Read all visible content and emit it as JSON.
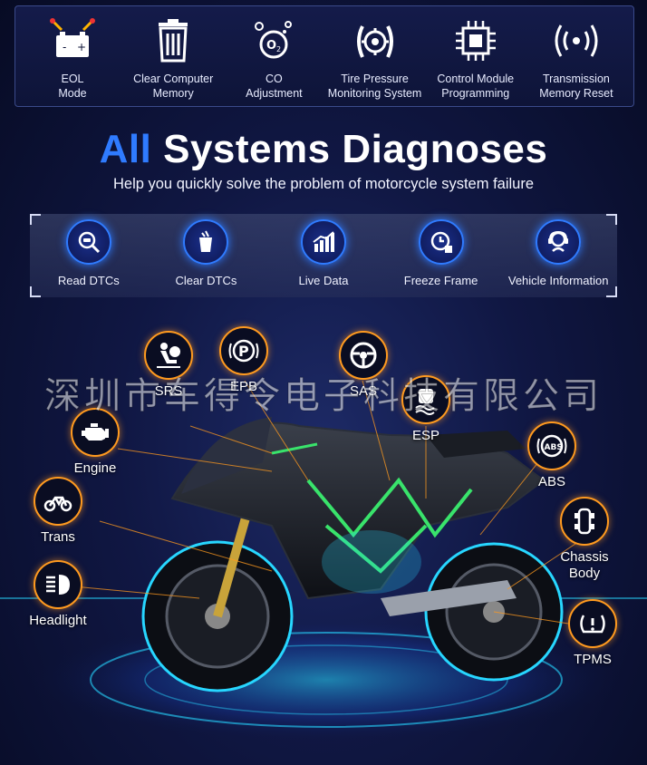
{
  "topbar": {
    "items": [
      {
        "icon": "battery-icon",
        "lines": [
          "EOL",
          "Mode"
        ]
      },
      {
        "icon": "trash-icon",
        "lines": [
          "Clear Computer",
          "Memory"
        ]
      },
      {
        "icon": "co-o2-icon",
        "lines": [
          "CO",
          "Adjustment"
        ]
      },
      {
        "icon": "tire-pressure-icon",
        "lines": [
          "Tire Pressure",
          "Monitoring System"
        ]
      },
      {
        "icon": "chip-icon",
        "lines": [
          "Control Module",
          "Programming"
        ]
      },
      {
        "icon": "signal-icon",
        "lines": [
          "Transmission",
          "Memory Reset"
        ]
      }
    ]
  },
  "headline": {
    "accent": "All",
    "rest": "Systems Diagnoses"
  },
  "subhead": "Help you quickly solve the problem of motorcycle system failure",
  "functions": [
    {
      "icon": "magnifier-icon",
      "label": "Read DTCs"
    },
    {
      "icon": "clear-icon",
      "label": "Clear DTCs"
    },
    {
      "icon": "chart-icon",
      "label": "Live Data"
    },
    {
      "icon": "clock-icon",
      "label": "Freeze Frame"
    },
    {
      "icon": "vehicle-info-icon",
      "label": "Vehicle Information"
    }
  ],
  "systems": {
    "srs": {
      "label": "SRS",
      "icon": "airbag-icon"
    },
    "epb": {
      "label": "EPB",
      "icon": "parking-brake-icon"
    },
    "sas": {
      "label": "SAS",
      "icon": "steering-wheel-icon"
    },
    "esp": {
      "label": "ESP",
      "icon": "stability-icon"
    },
    "engine": {
      "label": "Engine",
      "icon": "engine-icon"
    },
    "abs": {
      "label": "ABS",
      "icon": "abs-icon"
    },
    "trans": {
      "label": "Trans",
      "icon": "motorcycle-icon"
    },
    "chassis": {
      "lines": [
        "Chassis",
        "Body"
      ],
      "icon": "chassis-icon"
    },
    "headlight": {
      "label": "Headlight",
      "icon": "headlight-icon"
    },
    "tpms": {
      "label": "TPMS",
      "icon": "tpms-icon"
    }
  },
  "watermark": "深圳市车得令电子科技有限公司",
  "colors": {
    "accent_blue": "#2f7bff",
    "accent_orange": "#ff9a1f",
    "neon_green": "#39e36b",
    "glow_cyan": "#27d6ff"
  }
}
